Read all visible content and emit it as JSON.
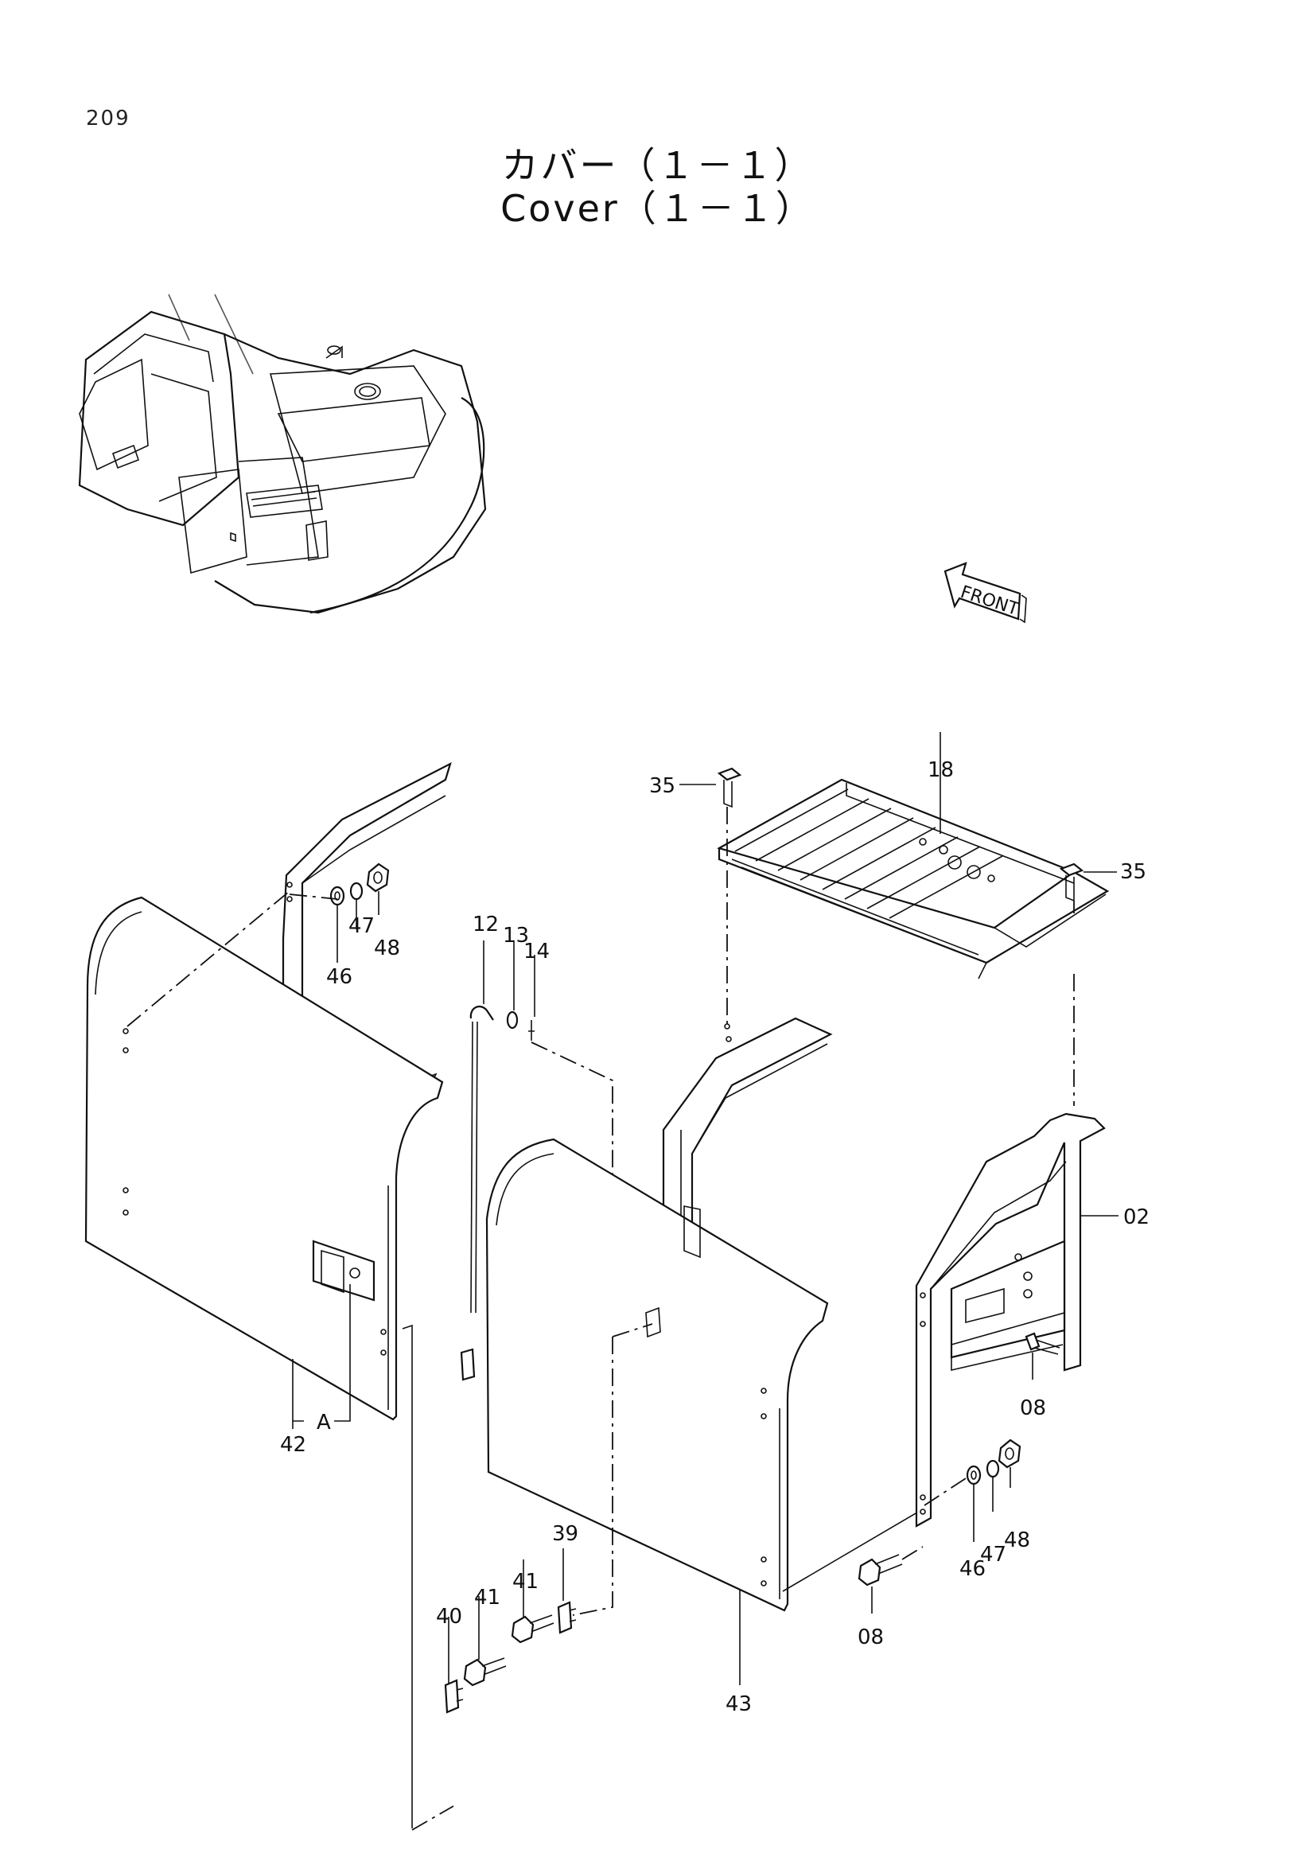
{
  "page": {
    "number": "209"
  },
  "title": {
    "japanese": "カバー（１－１）",
    "english": "Cover（１－１）"
  },
  "front_badge": "FRONT",
  "callouts": {
    "c02": "02",
    "c08a": "08",
    "c08b": "08",
    "c12": "12",
    "c13": "13",
    "c14": "14",
    "c18": "18",
    "c35a": "35",
    "c35b": "35",
    "c39": "39",
    "c40": "40",
    "c41a": "41",
    "c41b": "41",
    "c42": "42",
    "c43": "43",
    "c46a": "46",
    "c47a": "47",
    "c48a": "48",
    "c46b": "46",
    "c47b": "47",
    "c48b": "48",
    "cA": "A"
  }
}
